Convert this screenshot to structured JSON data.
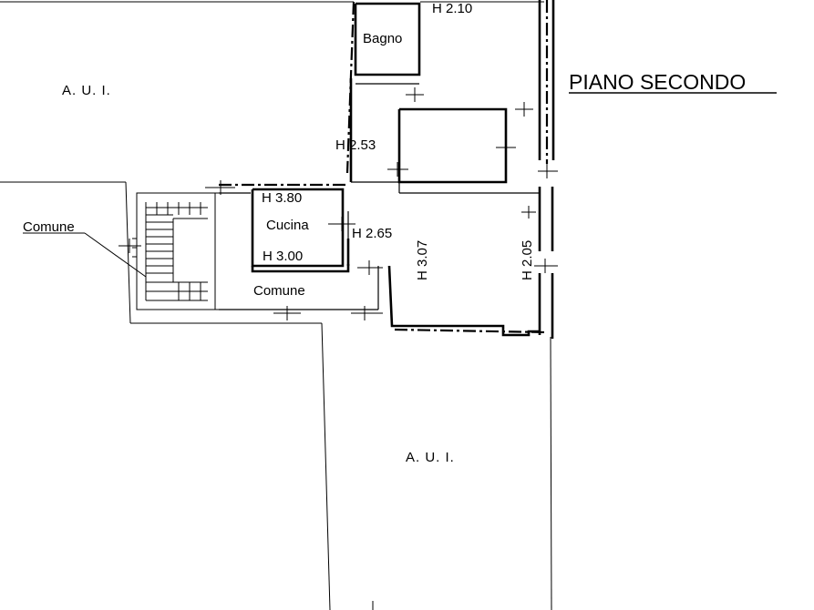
{
  "title": "PIANO SECONDO",
  "areas": {
    "aui_top_left": "A. U. I.",
    "aui_bottom": "A. U. I."
  },
  "rooms": {
    "bagno": "Bagno",
    "cucina": "Cucina",
    "comune_corridor": "Comune",
    "comune_stairs": "Comune"
  },
  "heights": {
    "bagno": "H 2.10",
    "hall": "H 2.53",
    "cucina_top": "H 3.80",
    "cucina_bottom": "H 3.00",
    "center": "H 2.65",
    "vertical_center": "H 3.07",
    "vertical_right": "H 2.05"
  },
  "colors": {
    "line": "#000000",
    "background": "#ffffff"
  }
}
